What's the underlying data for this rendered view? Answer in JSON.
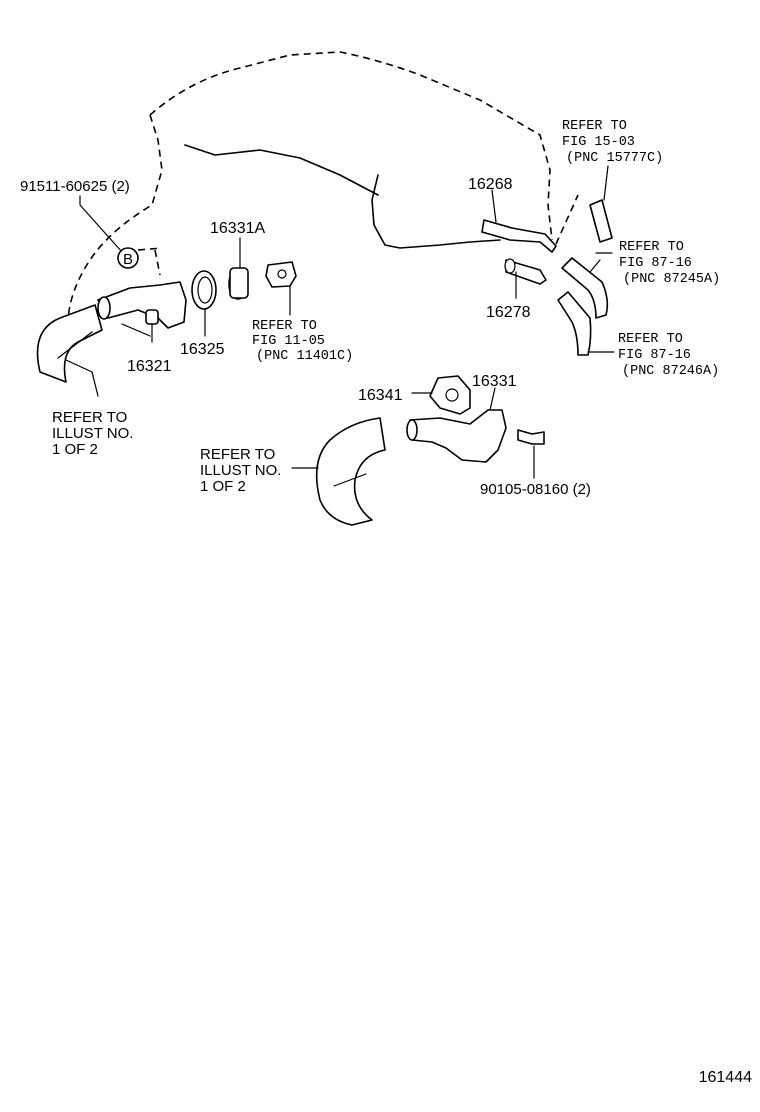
{
  "parts": {
    "p91511": "91511-60625 (2)",
    "p16331A": "16331A",
    "p16325": "16325",
    "p16321": "16321",
    "p16268": "16268",
    "p16278": "16278",
    "p16341": "16341",
    "p16331": "16331",
    "p90105": "90105-08160 (2)"
  },
  "callout_b": "B",
  "refs": {
    "fig15_03": [
      "REFER TO",
      "FIG 15-03",
      "(PNC 15777C)"
    ],
    "fig87_16a": [
      "REFER TO",
      "FIG 87-16",
      "(PNC 87245A)"
    ],
    "fig87_16b": [
      "REFER TO",
      "FIG 87-16",
      "(PNC 87246A)"
    ],
    "fig11_05": [
      "REFER TO",
      "FIG 11-05",
      "(PNC 11401C)"
    ],
    "illust_left": [
      "REFER TO",
      "ILLUST NO.",
      "1 OF 2"
    ],
    "illust_mid": [
      "REFER TO",
      "ILLUST NO.",
      "1 OF 2"
    ]
  },
  "illustration_number": "161444"
}
